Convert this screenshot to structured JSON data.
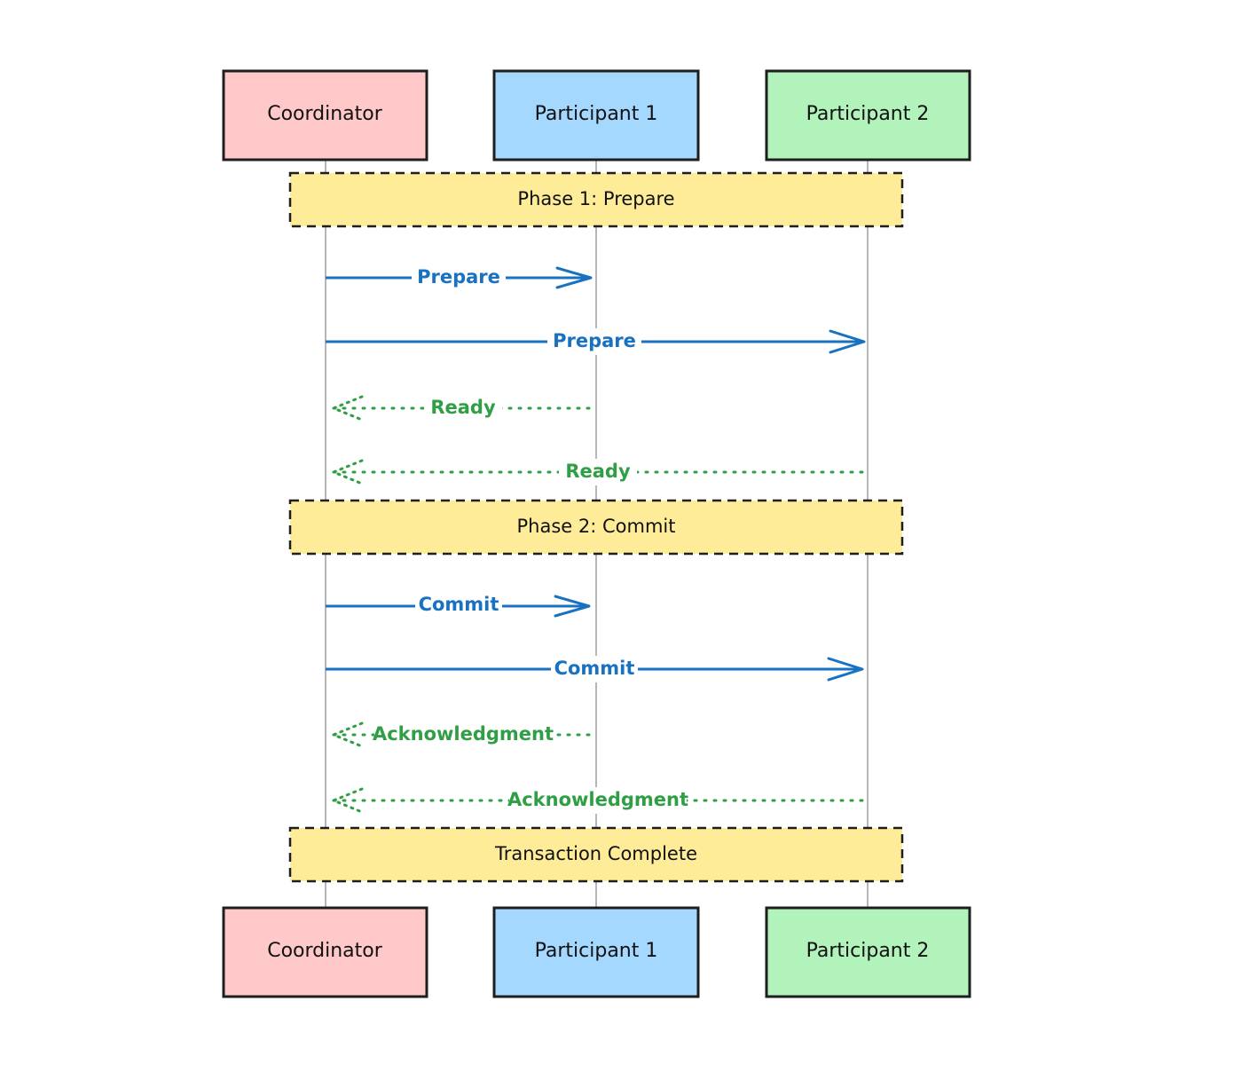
{
  "participants": [
    {
      "id": "coordinator",
      "label": "Coordinator",
      "fill": "#ffc9c9"
    },
    {
      "id": "participant1",
      "label": "Participant 1",
      "fill": "#a5d8ff"
    },
    {
      "id": "participant2",
      "label": "Participant 2",
      "fill": "#b2f2bb"
    }
  ],
  "notes": [
    {
      "id": "phase1",
      "label": "Phase 1: Prepare",
      "fill": "#ffec99"
    },
    {
      "id": "phase2",
      "label": "Phase 2: Commit",
      "fill": "#ffec99"
    },
    {
      "id": "complete",
      "label": "Transaction Complete",
      "fill": "#ffec99"
    }
  ],
  "messages": [
    {
      "id": "prepare-p1",
      "label": "Prepare",
      "from": "coordinator",
      "to": "participant1",
      "kind": "request"
    },
    {
      "id": "prepare-p2",
      "label": "Prepare",
      "from": "coordinator",
      "to": "participant2",
      "kind": "request"
    },
    {
      "id": "ready-p1",
      "label": "Ready",
      "from": "participant1",
      "to": "coordinator",
      "kind": "response"
    },
    {
      "id": "ready-p2",
      "label": "Ready",
      "from": "participant2",
      "to": "coordinator",
      "kind": "response"
    },
    {
      "id": "commit-p1",
      "label": "Commit",
      "from": "coordinator",
      "to": "participant1",
      "kind": "request"
    },
    {
      "id": "commit-p2",
      "label": "Commit",
      "from": "coordinator",
      "to": "participant2",
      "kind": "request"
    },
    {
      "id": "ack-p1",
      "label": "Acknowledgment",
      "from": "participant1",
      "to": "coordinator",
      "kind": "response"
    },
    {
      "id": "ack-p2",
      "label": "Acknowledgment",
      "from": "participant2",
      "to": "coordinator",
      "kind": "response"
    }
  ],
  "colors": {
    "request": "#1971c2",
    "response": "#2f9e44",
    "lifeline": "#9e9e9e",
    "border": "#1e1e1e"
  }
}
